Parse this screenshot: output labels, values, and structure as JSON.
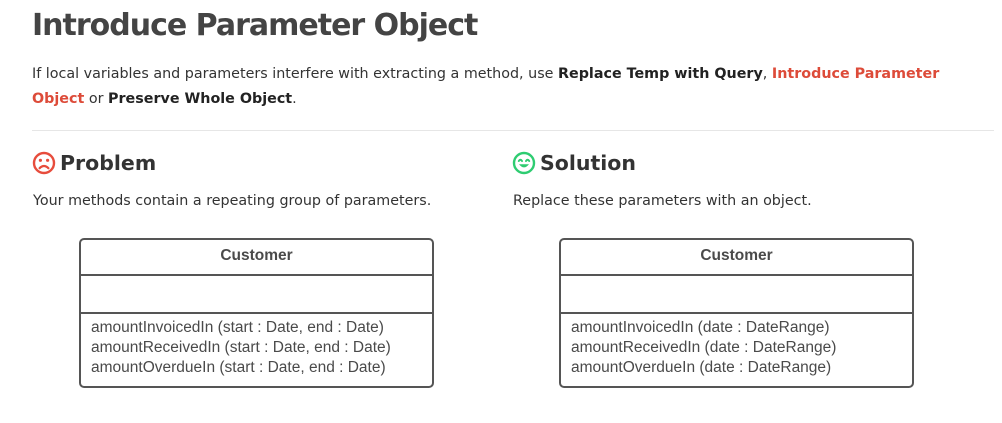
{
  "page": {
    "title": "Introduce Parameter Object",
    "intro": {
      "text1": "If local variables and parameters interfere with extracting a method, use ",
      "link1": "Replace Temp with Query",
      "sep1": ", ",
      "link2": "Introduce Parameter Object",
      "sep2": " or ",
      "link3": "Preserve Whole Object",
      "end": "."
    }
  },
  "problem": {
    "icon": "sad-face-icon",
    "color": "#e74c3c",
    "heading": "Problem",
    "text": "Your methods contain a repeating group of parameters.",
    "class_name": "Customer",
    "methods": [
      "amountInvoicedIn (start : Date, end : Date)",
      "amountReceivedIn (start : Date, end : Date)",
      "amountOverdueIn (start : Date, end : Date)"
    ]
  },
  "solution": {
    "icon": "happy-face-icon",
    "color": "#2ecc71",
    "heading": "Solution",
    "text": "Replace these parameters with an object.",
    "class_name": "Customer",
    "methods": [
      "amountInvoicedIn (date : DateRange)",
      "amountReceivedIn (date : DateRange)",
      "amountOverdueIn (date : DateRange)"
    ]
  }
}
